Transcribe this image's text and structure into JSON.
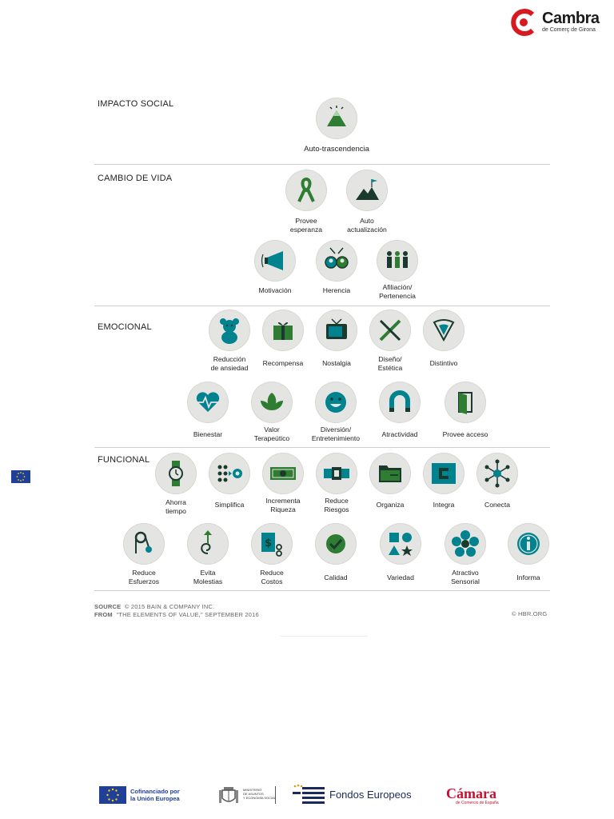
{
  "header": {
    "logo_name": "Cambra",
    "logo_sub": "de Comerç de Girona"
  },
  "colors": {
    "icon_green": "#2e7d32",
    "icon_teal": "#00838f",
    "icon_dark": "#1b3a2e",
    "circle_bg": "#e4e4e2",
    "brand_red": "#d71920",
    "eu_blue": "#1f3f99"
  },
  "sections": [
    {
      "title": "IMPACTO SOCIAL"
    },
    {
      "title": "CAMBIO DE VIDA"
    },
    {
      "title": "EMOCIONAL"
    },
    {
      "title": "FUNCIONAL"
    }
  ],
  "elements": [
    {
      "label": "Auto-trascendencia",
      "icon": "mountain-pyramid-icon",
      "section": 0
    },
    {
      "label": "Provee\nesperanza",
      "icon": "ribbon-icon",
      "section": 1
    },
    {
      "label": "Auto\nactualización",
      "icon": "mountain-flag-icon",
      "section": 1
    },
    {
      "label": "Motivación",
      "icon": "megaphone-icon",
      "section": 1
    },
    {
      "label": "Herencia",
      "icon": "family-faces-icon",
      "section": 1
    },
    {
      "label": "Afiliación/\nPertenencia",
      "icon": "group-people-icon",
      "section": 1
    },
    {
      "label": "Reducción\nde ansiedad",
      "icon": "teddy-bear-icon",
      "section": 2
    },
    {
      "label": "Recompensa",
      "icon": "gift-box-icon",
      "section": 2
    },
    {
      "label": "Nostalgia",
      "icon": "retro-tv-icon",
      "section": 2
    },
    {
      "label": "Diseño/\nEstética",
      "icon": "pencil-brush-icon",
      "section": 2
    },
    {
      "label": "Distintivo",
      "icon": "shield-badge-icon",
      "section": 2
    },
    {
      "label": "Bienestar",
      "icon": "heartbeat-icon",
      "section": 2
    },
    {
      "label": "Valor\nTerapeútico",
      "icon": "lotus-leaf-icon",
      "section": 2
    },
    {
      "label": "Diversión/\nEntretenimiento",
      "icon": "smiley-icon",
      "section": 2
    },
    {
      "label": "Atractividad",
      "icon": "magnet-icon",
      "section": 2
    },
    {
      "label": "Provee acceso",
      "icon": "open-door-icon",
      "section": 2
    },
    {
      "label": "Ahorra\ntiempo",
      "icon": "wristwatch-icon",
      "section": 3
    },
    {
      "label": "Simplifica",
      "icon": "dots-simplify-icon",
      "section": 3
    },
    {
      "label": "Incrementa\nRiqueza",
      "icon": "banknote-icon",
      "section": 3
    },
    {
      "label": "Reduce\nRiesgos",
      "icon": "seatbelt-icon",
      "section": 3
    },
    {
      "label": "Organiza",
      "icon": "folder-icon",
      "section": 3
    },
    {
      "label": "Integra",
      "icon": "integrate-square-icon",
      "section": 3
    },
    {
      "label": "Conecta",
      "icon": "network-hub-icon",
      "section": 3
    },
    {
      "label": "Reduce\nEsfuerzos",
      "icon": "pulley-icon",
      "section": 3
    },
    {
      "label": "Evita\nMolestias",
      "icon": "maze-arrow-icon",
      "section": 3
    },
    {
      "label": "Reduce\nCostos",
      "icon": "price-tag-scissors-icon",
      "section": 3
    },
    {
      "label": "Calidad",
      "icon": "checkmark-icon",
      "section": 3
    },
    {
      "label": "Variedad",
      "icon": "shapes-icon",
      "section": 3
    },
    {
      "label": "Atractivo\nSensorial",
      "icon": "flower-icon",
      "section": 3
    },
    {
      "label": "Informa",
      "icon": "info-icon",
      "section": 3
    }
  ],
  "source": {
    "line1_label": "SOURCE",
    "line1_text": "© 2015 BAIN & COMPANY INC.",
    "line2_label": "FROM",
    "line2_text": "\"THE ELEMENTS OF VALUE,\" SEPTEMBER 2016",
    "credit": "© HBR.ORG"
  },
  "footer": {
    "eu_text": "Cofinanciado por\nla Unión Europea",
    "gov_text": "MINISTERIO\nDE ASUNTOS\nY ECONOMÍA SOCIAL",
    "fondos_text": "Fondos Europeos",
    "camara_text": "Cámara",
    "camara_sub": "de Comercio de España"
  }
}
